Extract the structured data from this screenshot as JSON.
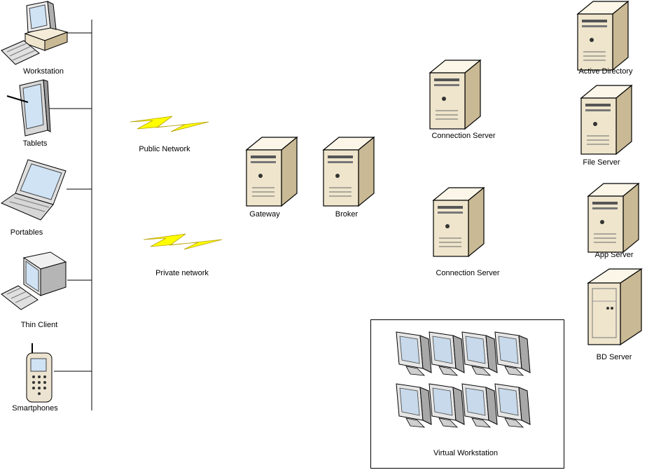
{
  "nodes": {
    "workstation": "Workstation",
    "tablets": "Tablets",
    "portables": "Portables",
    "thin_client": "Thin Client",
    "smartphones": "Smartphones",
    "public_network": "Public Network",
    "private_network": "Private network",
    "gateway": "Gateway",
    "broker": "Broker",
    "connection_server_1": "Connection Server",
    "connection_server_2": "Connection Server",
    "active_directory": "Active Directory",
    "file_server": "File Server",
    "app_server": "App Server",
    "bd_server": "BD Server",
    "virtual_workstation": "Virtual Workstation"
  },
  "colors": {
    "device_fill": "#f4ecd8",
    "device_side": "#c9b994",
    "screen": "#cfe3f5",
    "lightning": "#ffff00"
  }
}
